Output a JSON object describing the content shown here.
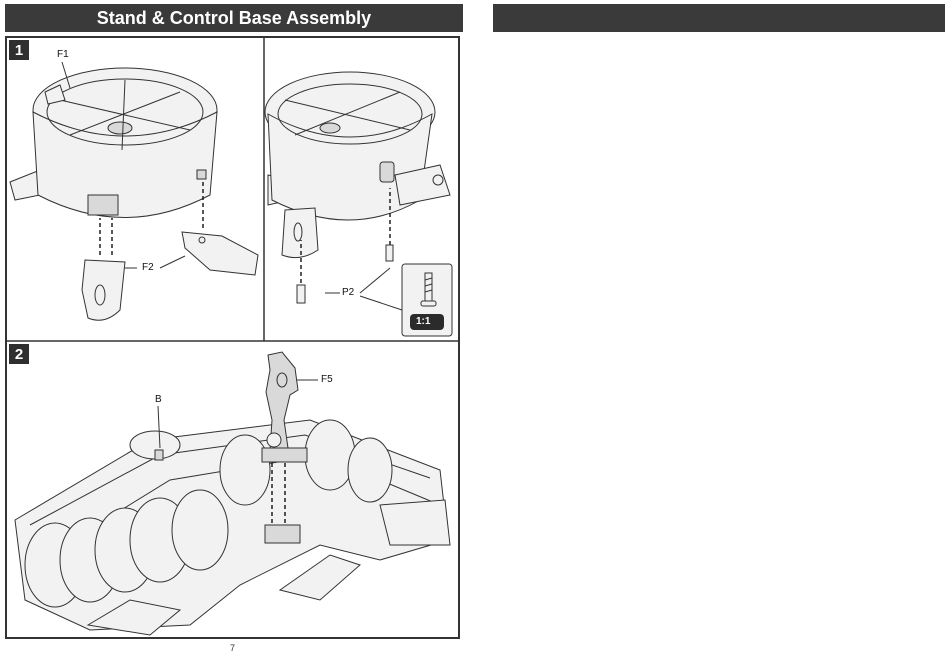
{
  "header": {
    "left_title": "Stand & Control Base Assembly",
    "right_title": ""
  },
  "steps": [
    {
      "number": "1",
      "labels": {
        "f1": "F1",
        "f2": "F2",
        "p2": "P2",
        "scale": "1:1"
      }
    },
    {
      "number": "2",
      "labels": {
        "b": "B",
        "f5": "F5"
      }
    }
  ],
  "footer": {
    "page_number": "7"
  }
}
